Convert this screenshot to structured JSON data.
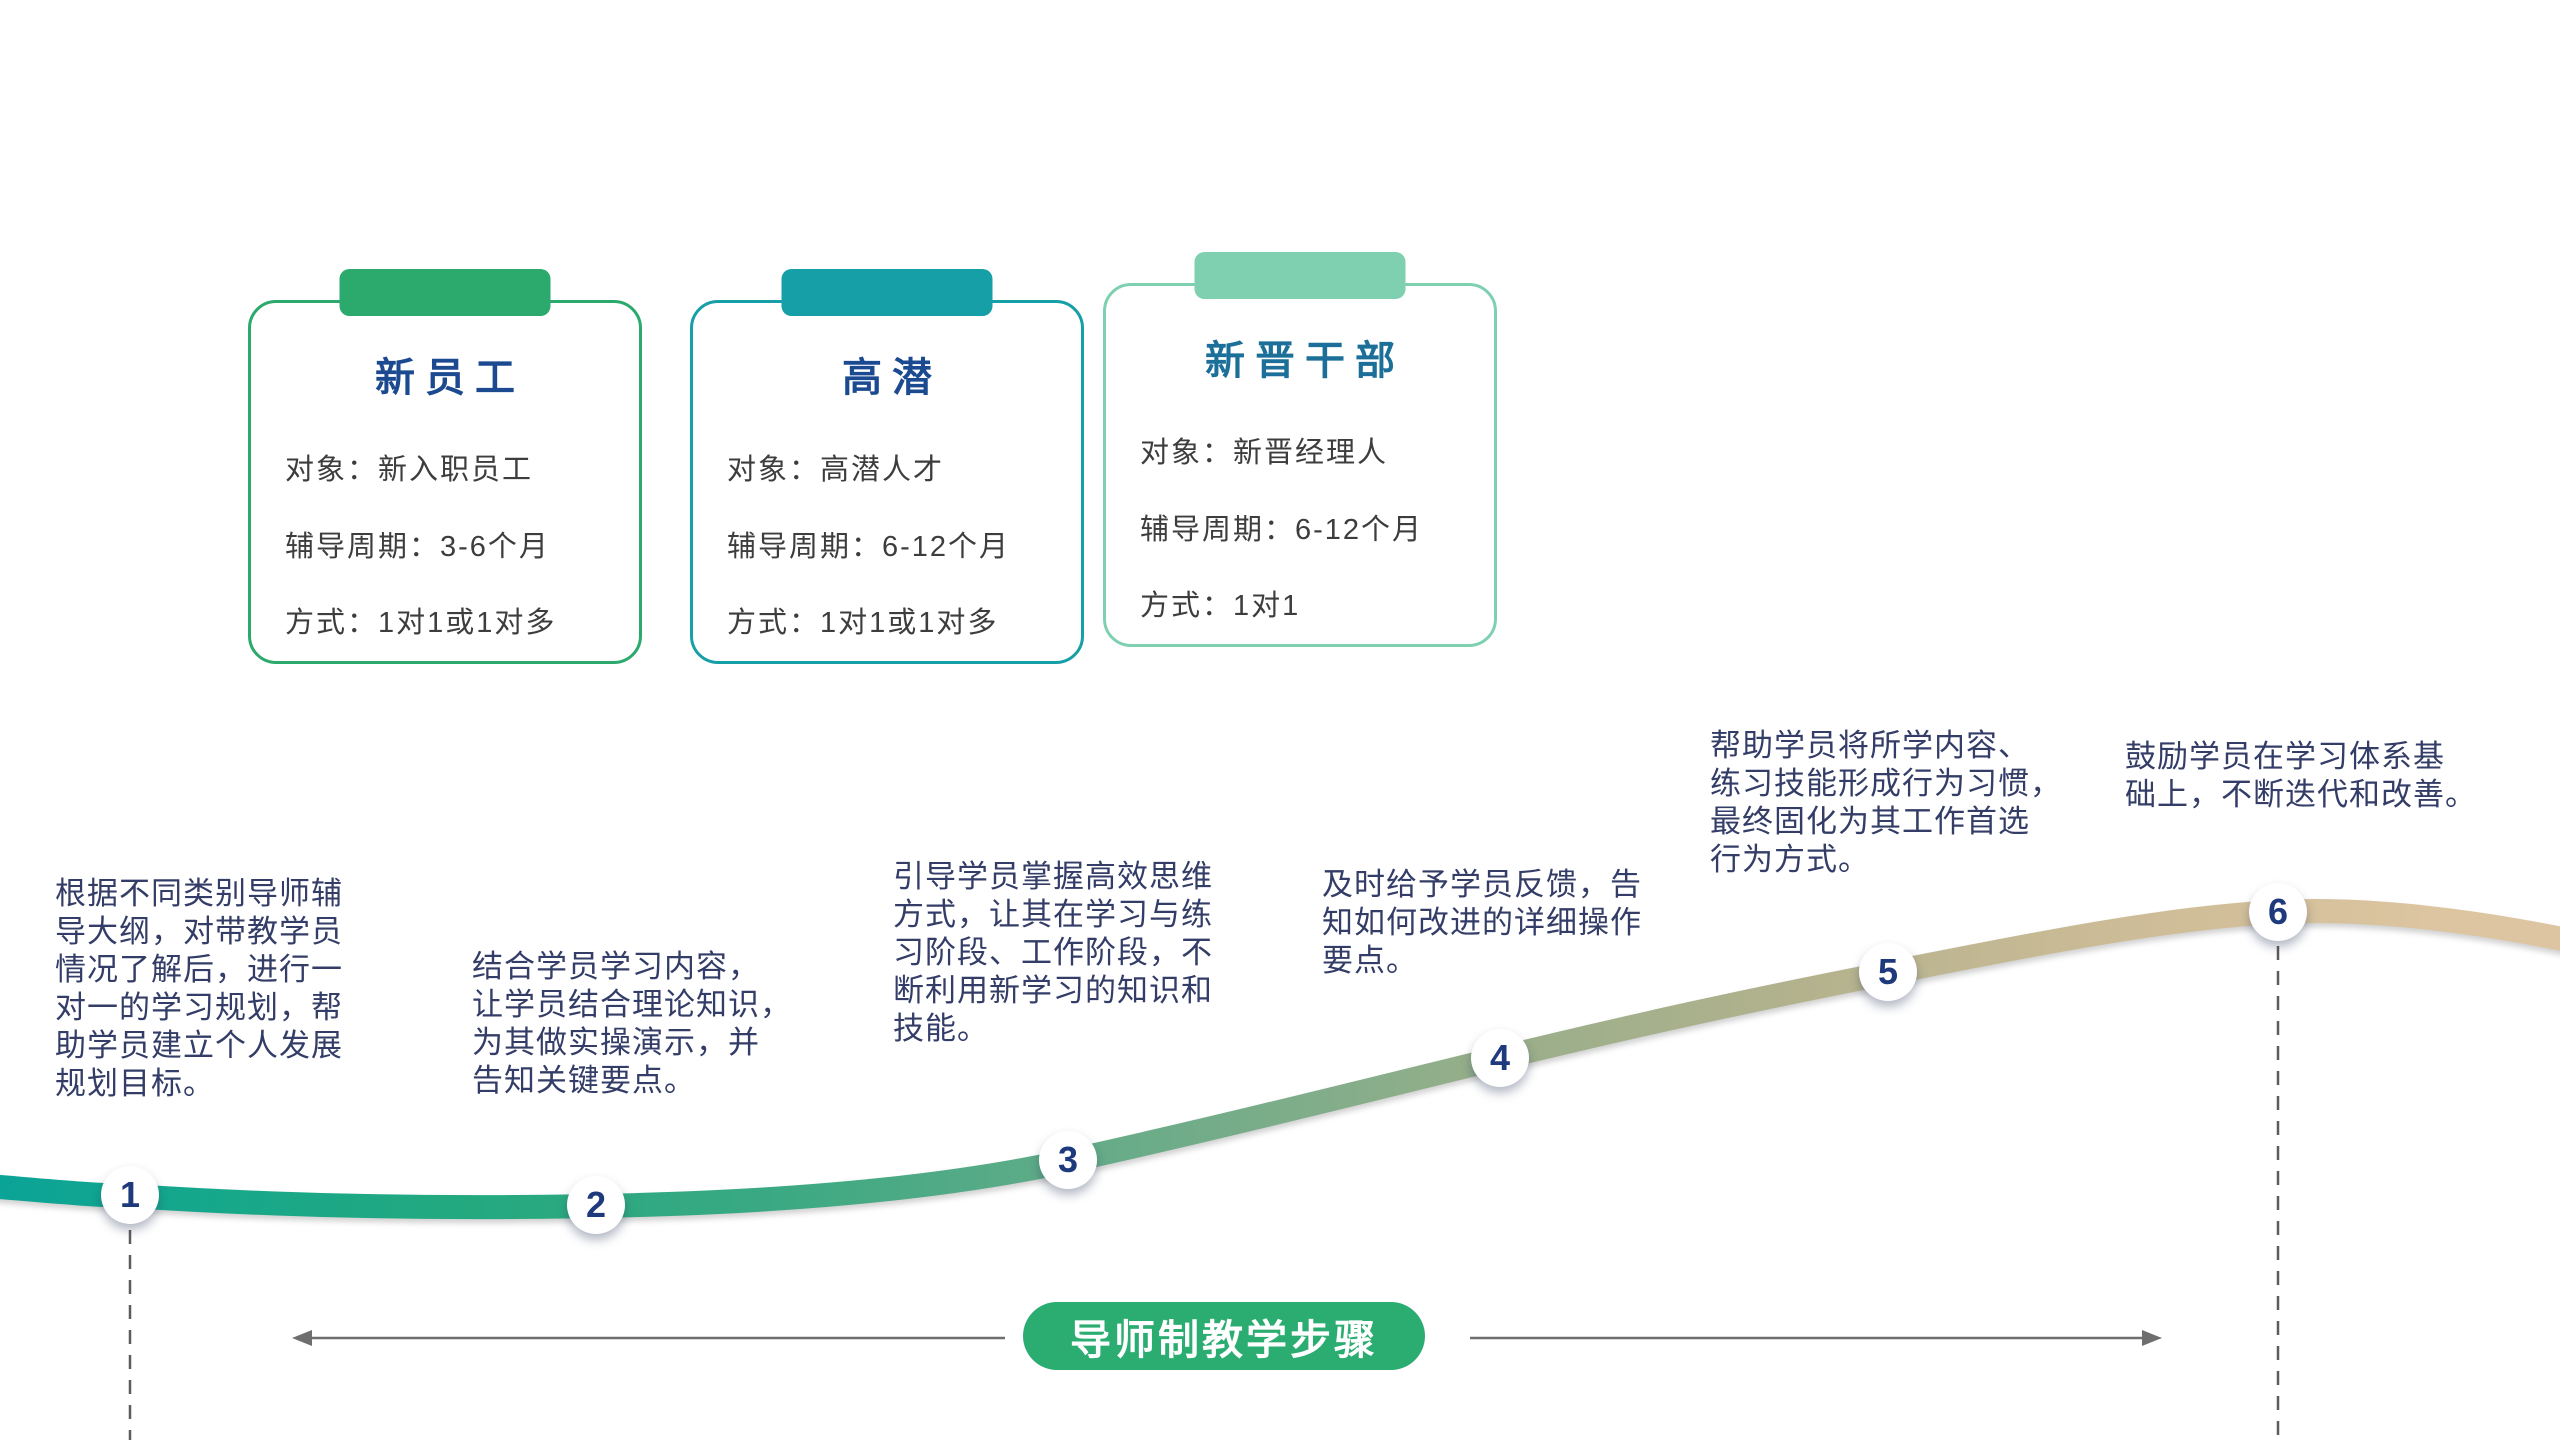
{
  "palette": {
    "card1_accent": "#2caa6e",
    "card2_accent": "#179fa8",
    "card3_accent": "#7ed0b0",
    "card_title_navy": "#1c4a91",
    "card3_title_teal": "#1b6f99",
    "body_text": "#3d3d3d",
    "step_text": "#333d67",
    "step_number": "#1e3a7c",
    "pill_bg": "#2bad72",
    "curve_gradient": [
      "#0aa397",
      "#23a97f",
      "#6cac89",
      "#a9ae88",
      "#dcc5a0"
    ],
    "arrow_gray": "#6e6e6e"
  },
  "cards": [
    {
      "title": "新员工",
      "rows": [
        "对象：新入职员工",
        "辅导周期：3-6个月",
        "方式：1对1或1对多"
      ]
    },
    {
      "title": "高潜",
      "rows": [
        "对象：高潜人才",
        "辅导周期：6-12个月",
        "方式：1对1或1对多"
      ]
    },
    {
      "title": "新晋干部",
      "rows": [
        "对象：新晋经理人",
        "辅导周期：6-12个月",
        "方式：1对1"
      ]
    }
  ],
  "timeline": {
    "label": "导师制教学步骤",
    "steps": [
      {
        "num": "1",
        "lines": [
          "根据不同类别导师辅",
          "导大纲，对带教学员",
          "情况了解后，进行一",
          "对一的学习规划，帮",
          "助学员建立个人发展",
          "规划目标。"
        ]
      },
      {
        "num": "2",
        "lines": [
          "结合学员学习内容，",
          "让学员结合理论知识，",
          "为其做实操演示，并",
          "告知关键要点。"
        ]
      },
      {
        "num": "3",
        "lines": [
          "引导学员掌握高效思维",
          "方式，让其在学习与练",
          "习阶段、工作阶段，不",
          "断利用新学习的知识和",
          "技能。"
        ]
      },
      {
        "num": "4",
        "lines": [
          "及时给予学员反馈，告",
          "知如何改进的详细操作",
          "要点。"
        ]
      },
      {
        "num": "5",
        "lines": [
          "帮助学员将所学内容、",
          "练习技能形成行为习惯，",
          "最终固化为其工作首选",
          "行为方式。"
        ]
      },
      {
        "num": "6",
        "lines": [
          "鼓励学员在学习体系基",
          "础上，不断迭代和改善。"
        ]
      }
    ]
  }
}
